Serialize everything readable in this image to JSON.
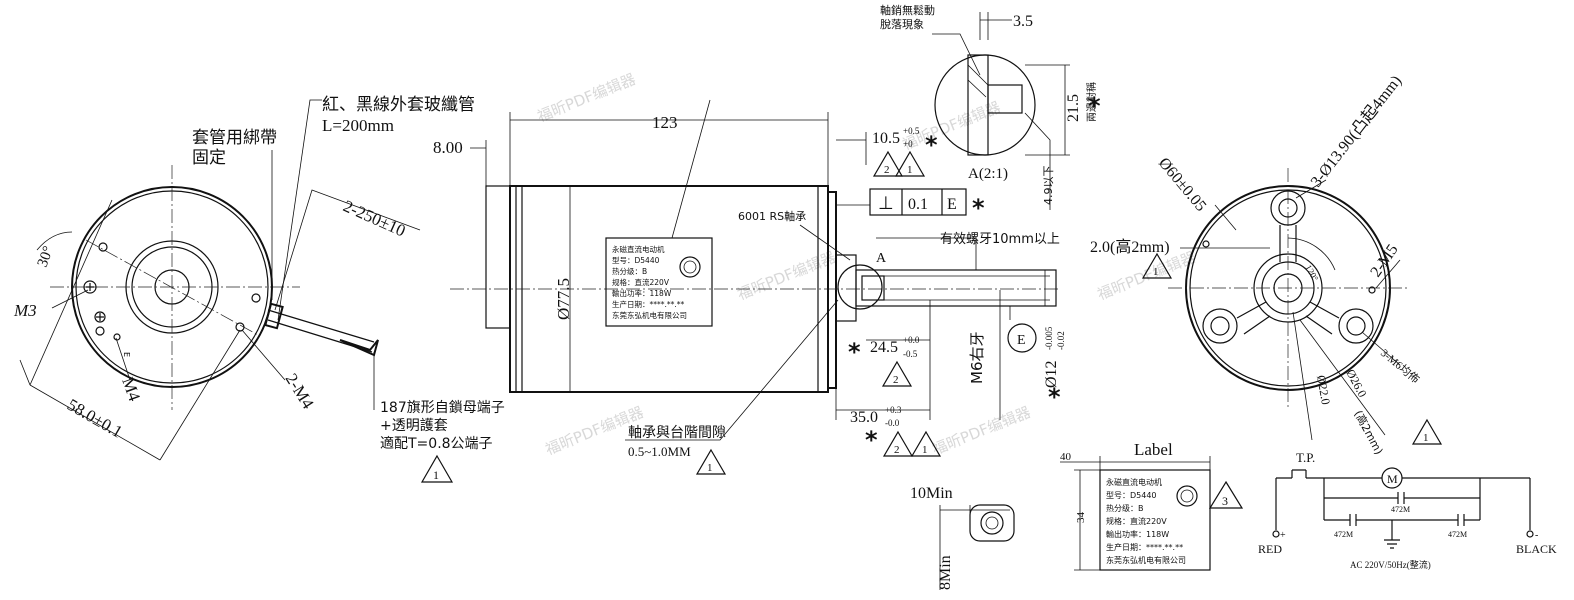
{
  "watermark": "福昕PDF编辑器",
  "left_view": {
    "sleeve_note": "紅、黑線外套玻纖管",
    "sleeve_length": "L=200mm",
    "tie_note_1": "套管用綁帶",
    "tie_note_2": "固定",
    "lead_length": "2-250±10",
    "angle": "30°",
    "hole_m3": "M3",
    "hole_m4": "M4",
    "holes_2m4": "2-M4",
    "bolt_circle": "58.0±0.1",
    "terminal_1": "187旗形自鎖母端子",
    "terminal_2": "+透明護套",
    "terminal_3": "適配T=0.8公端子",
    "rev_mark": "1",
    "small_mark": "E"
  },
  "side_view": {
    "length": "123",
    "rear_offset": "8.00",
    "diameter": "Ø77.5",
    "bearing": "6001 RS軸承",
    "shaft_offset": "10.5",
    "shaft_offset_tol_upper": "+0.5",
    "shaft_offset_tol_lower": "+0",
    "perp_symbol": "⊥",
    "perp_value": "0.1",
    "perp_datum": "E",
    "thread_note": "有效螺牙10mm以上",
    "detail_label": "A",
    "shaft_len": "24.5",
    "shaft_len_tol_upper": "+0.0",
    "shaft_len_tol_lower": "-0.5",
    "thread_m6": "M6右牙",
    "datum_e": "E",
    "shaft_dia": "Ø12",
    "shaft_dia_tol_upper": "-0.005",
    "shaft_dia_tol_lower": "-0.02",
    "total_shaft": "35.0",
    "total_shaft_tol_upper": "+0.3",
    "total_shaft_tol_lower": "-0.0",
    "clearance_note": "軸承與台階間隙",
    "clearance_value": "0.5~1.0MM",
    "asterisk": "*",
    "rev_1": "1",
    "rev_2": "2"
  },
  "nameplate": {
    "line1": "永磁直流电动机",
    "line2": "型号：D5440",
    "line3": "热分级：B",
    "line4": "规格：直流220V",
    "line5": "輸出功率：118W",
    "line6": "生产日期：****.**.**",
    "line7": "东莞东弘机电有限公司"
  },
  "detail_a": {
    "pin_note_1": "軸銷無鬆動",
    "pin_note_2": "脫落現象",
    "width": "3.5",
    "height": "21.5",
    "symmetric": "兩邊對稱",
    "label": "A(2:1)",
    "below": "4.9以下"
  },
  "right_view": {
    "pilot_dia": "Ø60±0.05",
    "boss": "3-Ø13.90(凸起4mm)",
    "raised": "2.0(高2mm)",
    "holes": "2-M5",
    "angle": "120°",
    "holes_3m6": "3-M6均佈",
    "dia_26": "Ø26.0",
    "dia_26_note": "(高2mm)",
    "dia_22": "Ø22.0",
    "rev_1": "1"
  },
  "label_box": {
    "title": "Label",
    "width": "40",
    "height": "34",
    "rev_3": "3"
  },
  "cert_block": {
    "width": "10Min",
    "height": "8Min"
  },
  "schematic": {
    "tp": "T.P.",
    "motor": "M",
    "cap_top": "472M",
    "cap_left": "472M",
    "cap_right": "472M",
    "red": "RED",
    "black": "BLACK",
    "supply": "AC 220V/50Hz(整流)",
    "plus": "+",
    "minus": "-"
  }
}
